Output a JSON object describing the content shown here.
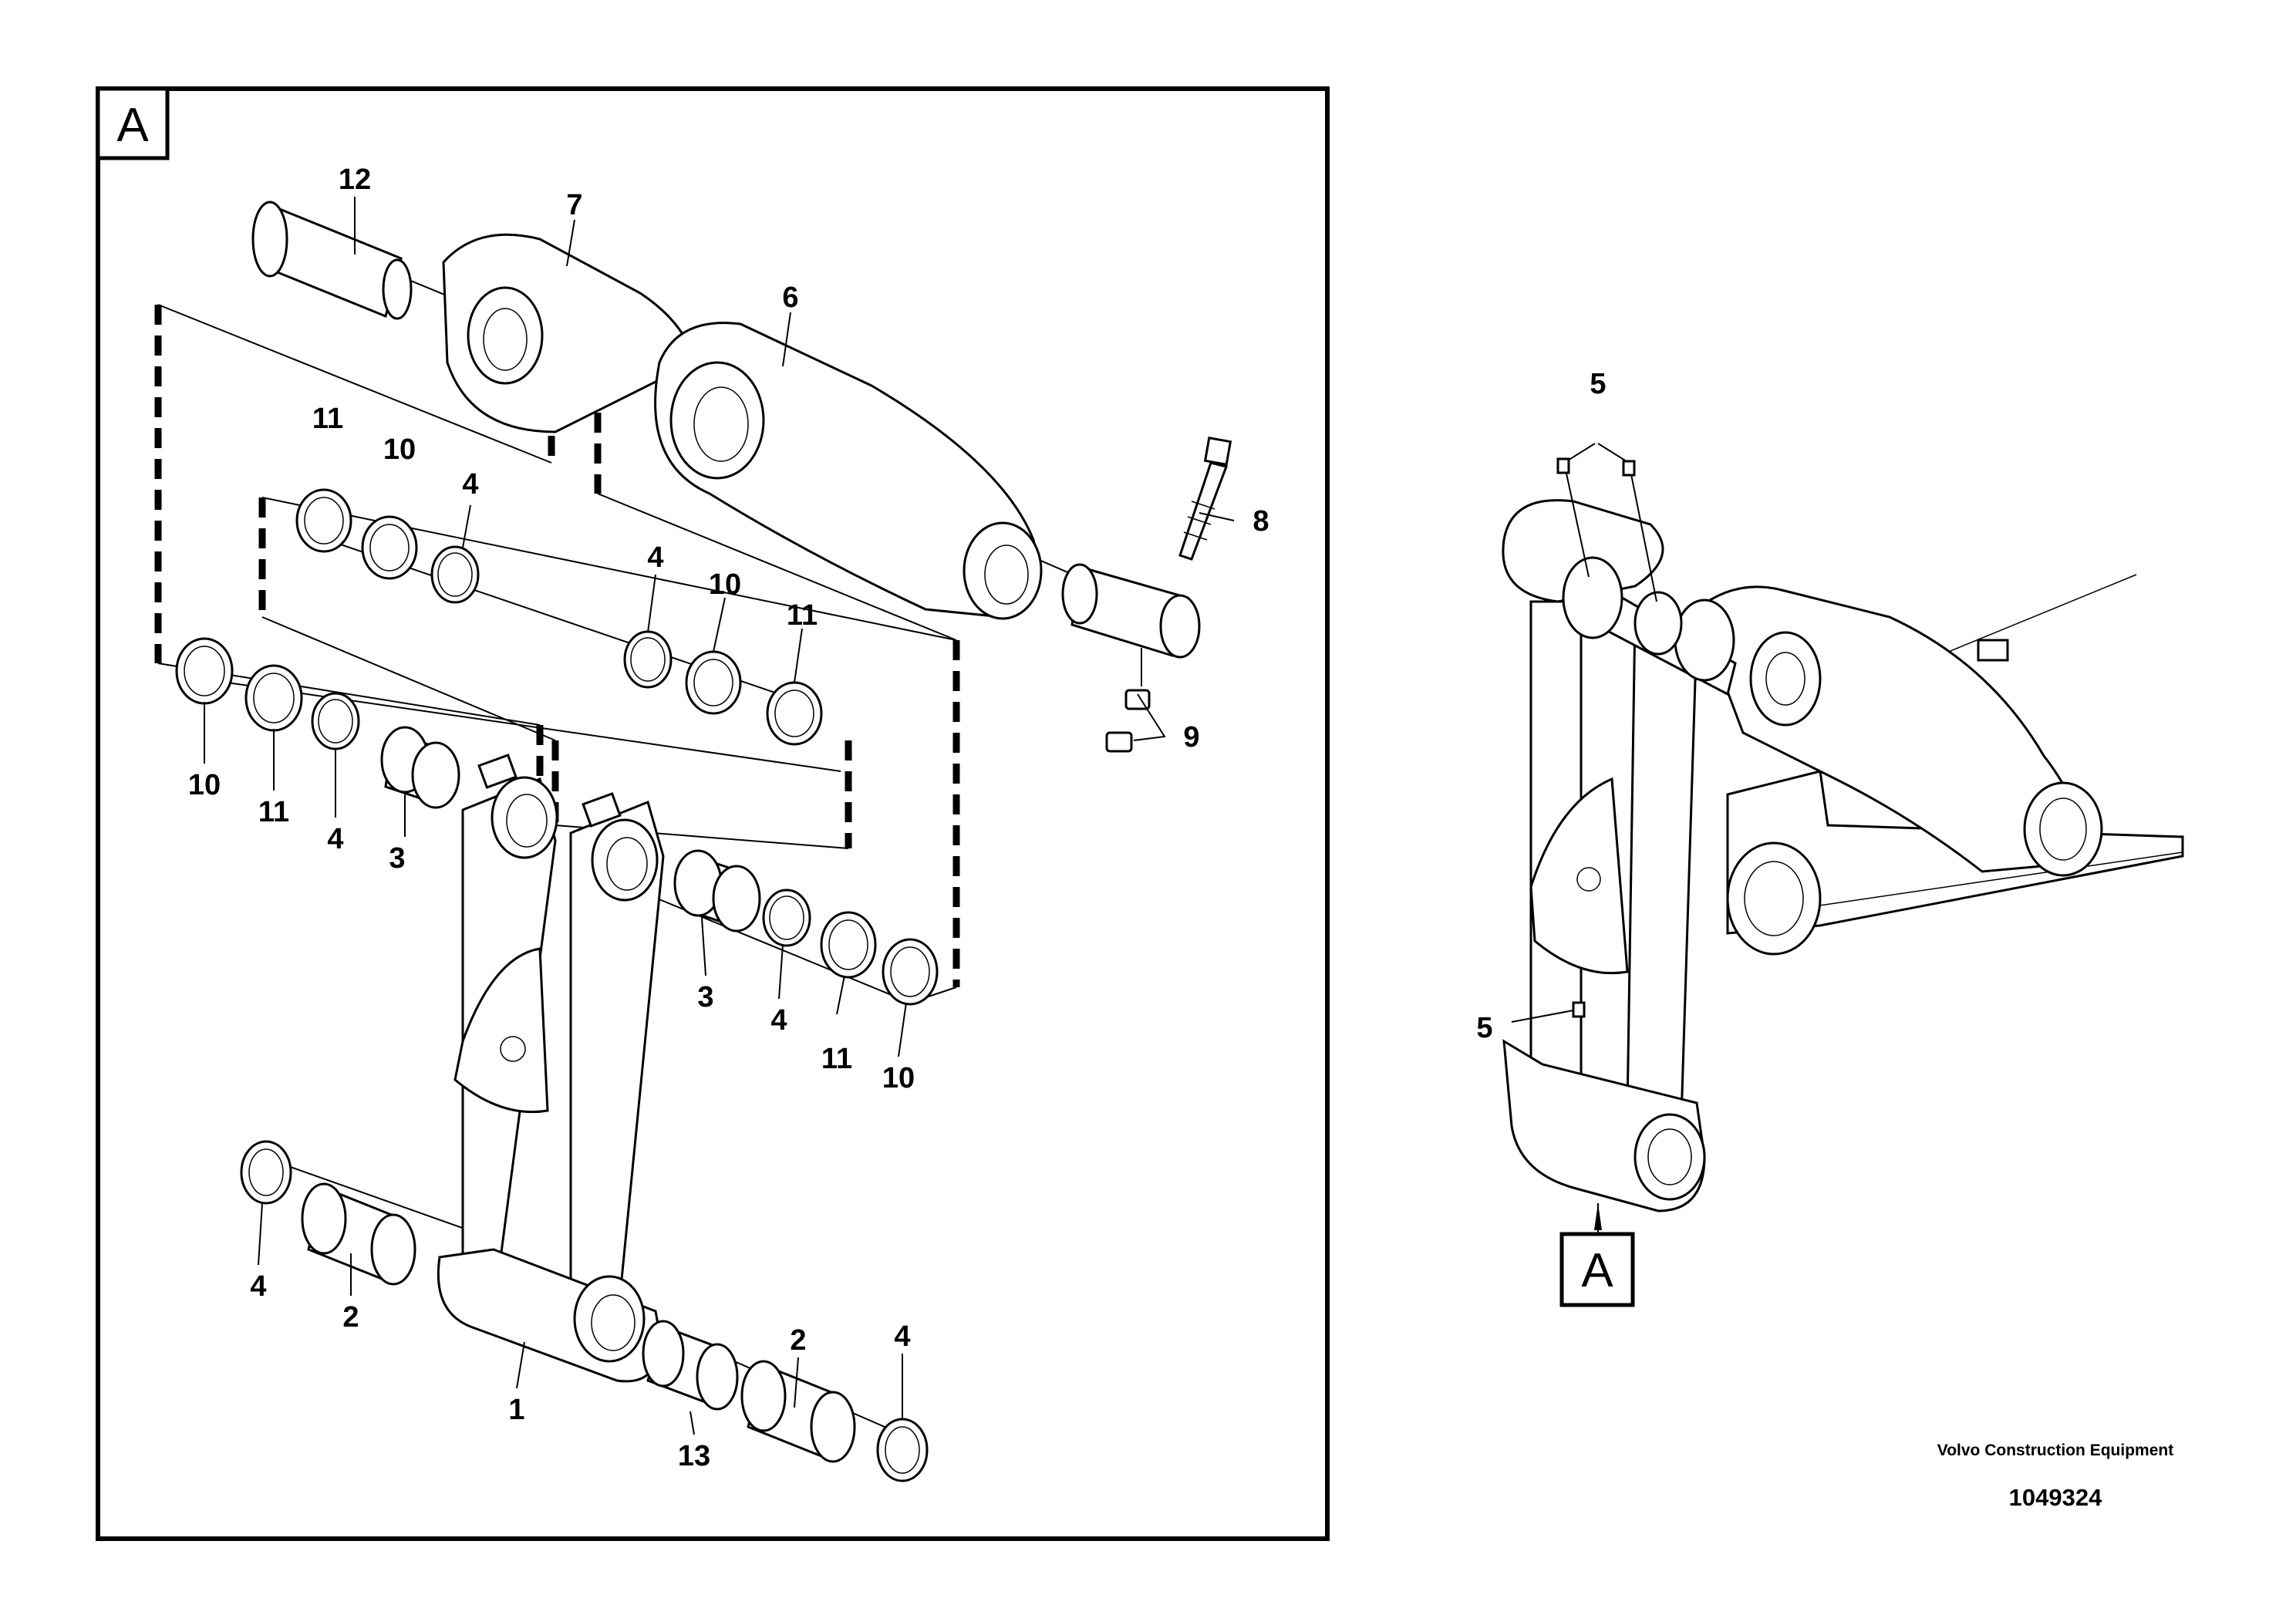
{
  "detail_frame": {
    "tag": "A"
  },
  "callouts_detail": {
    "c1": "1",
    "c2a": "2",
    "c2b": "2",
    "c3a": "3",
    "c3b": "3",
    "c4a": "4",
    "c4b": "4",
    "c4c": "4",
    "c4d": "4",
    "c4e": "4",
    "c4f": "4",
    "c6": "6",
    "c7": "7",
    "c8": "8",
    "c9": "9",
    "c10a": "10",
    "c10b": "10",
    "c10c": "10",
    "c10d": "10",
    "c11a": "11",
    "c11b": "11",
    "c11c": "11",
    "c11d": "11",
    "c12": "12",
    "c13": "13"
  },
  "callouts_overview": {
    "c5a": "5",
    "c5b": "5"
  },
  "overview_tag": "A",
  "footer": {
    "company": "Volvo Construction Equipment",
    "drawing_number": "1049324"
  }
}
